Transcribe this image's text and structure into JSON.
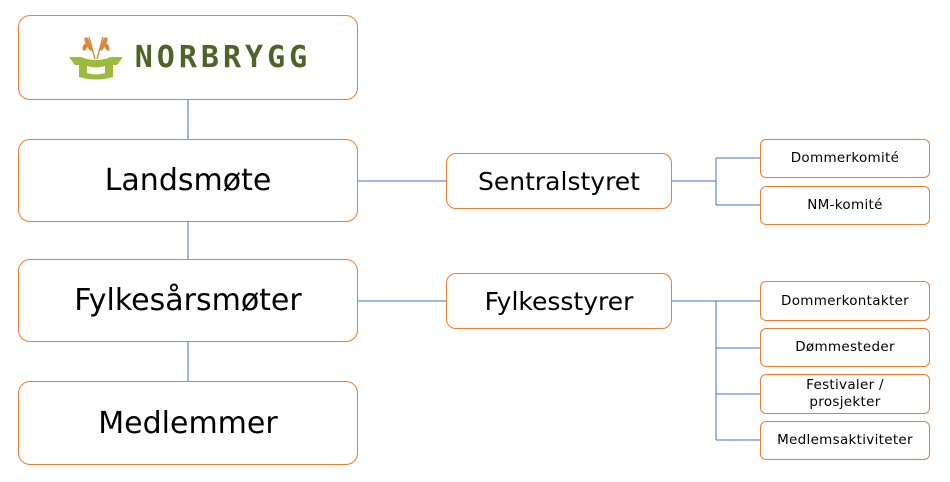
{
  "logo": {
    "text": "NORBRYGG"
  },
  "levels": {
    "landsmote": "Landsmøte",
    "fylkesarsmoter": "Fylkesårsmøter",
    "medlemmer": "Medlemmer"
  },
  "boards": {
    "sentralstyret": "Sentralstyret",
    "fylkesstyrer": "Fylkesstyrer"
  },
  "committees": {
    "dommerkomite": "Dommerkomité",
    "nm_komite": "NM-komité"
  },
  "county_units": {
    "dommerkontakter": "Dommerkontakter",
    "dommesteder": "Dømmesteder",
    "festivaler_line1": "Festivaler /",
    "festivaler_line2": "prosjekter",
    "medlemsaktiviteter": "Medlemsaktiviteter"
  },
  "colors": {
    "box_border": "#ED7D31",
    "connector": "#4472C4",
    "logo_text": "#4F6228",
    "logo_icon": "#9BBB3A",
    "logo_wheat": "#D9883A"
  }
}
